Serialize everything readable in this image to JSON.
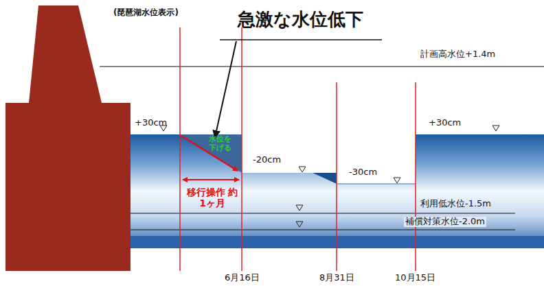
{
  "diagram": {
    "labels": [
      "(琵琶湖水位表示)",
      "急激な水位低下",
      "計画高水位+1.4m",
      "+30cm",
      "水位を 下げる",
      "移行操作 約1ヶ月",
      "-20cm",
      "-30cm",
      "+30cm",
      "利用低水位-1.5m",
      "補償対策水位-2.0m",
      "6月16日",
      "8月31日",
      "10月15日"
    ]
  }
}
